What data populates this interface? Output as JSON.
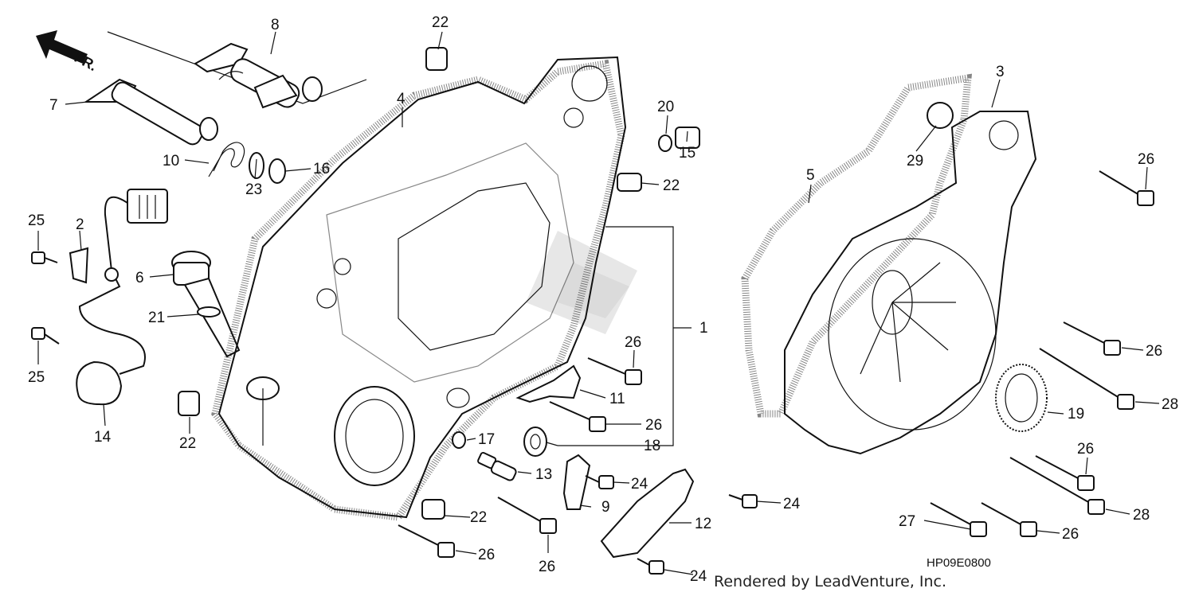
{
  "diagram": {
    "front_arrow_label": "FR.",
    "drawing_code": "HP09E0800",
    "credit": "Rendered by LeadVenture, Inc.",
    "callouts": [
      {
        "id": "c1",
        "text": "1"
      },
      {
        "id": "c2",
        "text": "2"
      },
      {
        "id": "c3",
        "text": "3"
      },
      {
        "id": "c4",
        "text": "4"
      },
      {
        "id": "c5",
        "text": "5"
      },
      {
        "id": "c6",
        "text": "6"
      },
      {
        "id": "c7",
        "text": "7"
      },
      {
        "id": "c8",
        "text": "8"
      },
      {
        "id": "c9",
        "text": "9"
      },
      {
        "id": "c10",
        "text": "10"
      },
      {
        "id": "c11",
        "text": "11"
      },
      {
        "id": "c12",
        "text": "12"
      },
      {
        "id": "c13",
        "text": "13"
      },
      {
        "id": "c14",
        "text": "14"
      },
      {
        "id": "c15",
        "text": "15"
      },
      {
        "id": "c16",
        "text": "16"
      },
      {
        "id": "c17",
        "text": "17"
      },
      {
        "id": "c18",
        "text": "18"
      },
      {
        "id": "c19",
        "text": "19"
      },
      {
        "id": "c20",
        "text": "20"
      },
      {
        "id": "c21",
        "text": "21"
      },
      {
        "id": "c22a",
        "text": "22"
      },
      {
        "id": "c22b",
        "text": "22"
      },
      {
        "id": "c22c",
        "text": "22"
      },
      {
        "id": "c22d",
        "text": "22"
      },
      {
        "id": "c23",
        "text": "23"
      },
      {
        "id": "c24a",
        "text": "24"
      },
      {
        "id": "c24b",
        "text": "24"
      },
      {
        "id": "c24c",
        "text": "24"
      },
      {
        "id": "c25a",
        "text": "25"
      },
      {
        "id": "c25b",
        "text": "25"
      },
      {
        "id": "c26a",
        "text": "26"
      },
      {
        "id": "c26b",
        "text": "26"
      },
      {
        "id": "c26c",
        "text": "26"
      },
      {
        "id": "c26d",
        "text": "26"
      },
      {
        "id": "c26e",
        "text": "26"
      },
      {
        "id": "c26f",
        "text": "26"
      },
      {
        "id": "c26g",
        "text": "26"
      },
      {
        "id": "c26h",
        "text": "26"
      },
      {
        "id": "c27",
        "text": "27"
      },
      {
        "id": "c28a",
        "text": "28"
      },
      {
        "id": "c28b",
        "text": "28"
      },
      {
        "id": "c29",
        "text": "29"
      }
    ]
  }
}
